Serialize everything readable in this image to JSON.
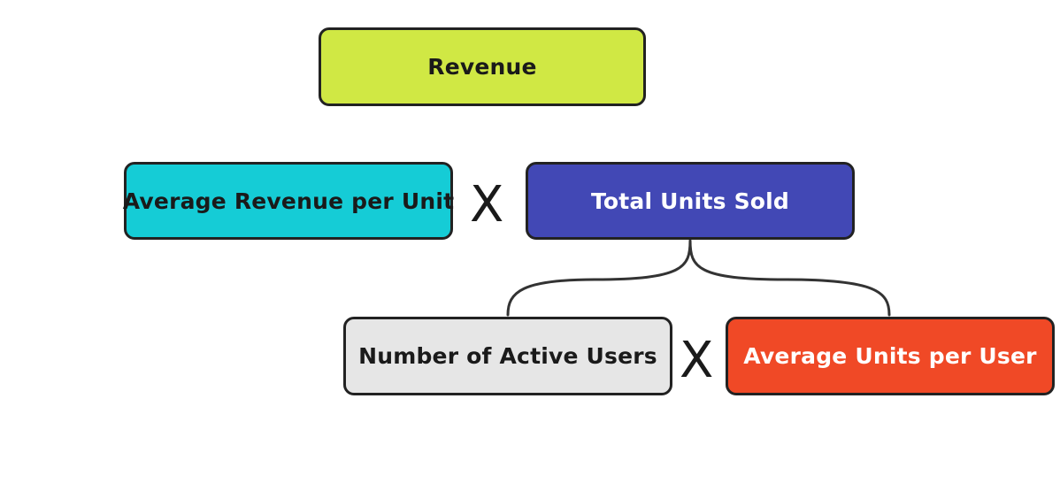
{
  "nodes": {
    "revenue": {
      "label": "Revenue",
      "fill": "#d0e844",
      "text_color": "#1a1a1a"
    },
    "avg_revenue_per_unit": {
      "label": "Average Revenue per Unit",
      "fill": "#15ccd6",
      "text_color": "#1a1a1a"
    },
    "total_units_sold": {
      "label": "Total Units Sold",
      "fill": "#4248b5",
      "text_color": "#ffffff"
    },
    "active_users": {
      "label": "Number of Active Users",
      "fill": "#e6e6e6",
      "text_color": "#1a1a1a"
    },
    "avg_units_per_user": {
      "label": "Average Units per User",
      "fill": "#f04926",
      "text_color": "#ffffff"
    }
  },
  "operators": {
    "top_multiply": "X",
    "bottom_multiply": "X"
  },
  "connector": {
    "type": "brace",
    "from": "Total Units Sold",
    "to": [
      "Number of Active Users",
      "Average Units per User"
    ],
    "stroke": "#333333"
  }
}
